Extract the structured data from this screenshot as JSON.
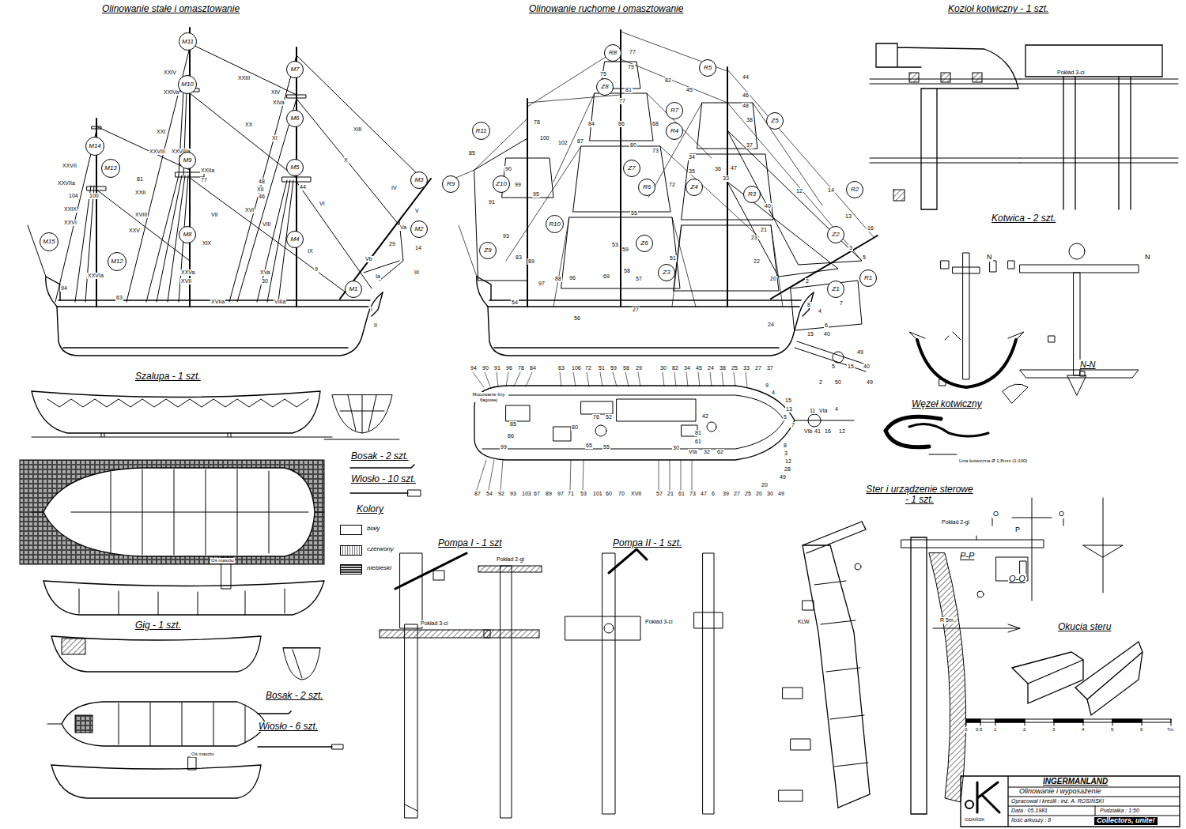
{
  "diagram": {
    "title": "INGERMANLAND",
    "nodes": [
      {
        "text": [
          "M11"
        ]
      },
      {
        "text": [
          "M10"
        ]
      },
      {
        "text": [
          "M9"
        ]
      },
      {
        "text": [
          "M8"
        ]
      },
      {
        "text": [
          "M7"
        ]
      },
      {
        "text": [
          "M6"
        ]
      },
      {
        "text": [
          "M5"
        ]
      },
      {
        "text": [
          "M4"
        ]
      },
      {
        "text": [
          "M3"
        ]
      },
      {
        "text": [
          "M2"
        ]
      },
      {
        "text": [
          "M1"
        ]
      },
      {
        "text": [
          "M14"
        ]
      },
      {
        "text": [
          "M13"
        ]
      },
      {
        "text": [
          "M12"
        ]
      },
      {
        "text": [
          "M15"
        ]
      },
      {
        "text": [
          "R8"
        ]
      },
      {
        "text": [
          "R5"
        ]
      },
      {
        "text": [
          "R7"
        ]
      },
      {
        "text": [
          "R4"
        ]
      },
      {
        "text": [
          "R6"
        ]
      },
      {
        "text": [
          "R11"
        ]
      },
      {
        "text": [
          "R9"
        ]
      },
      {
        "text": [
          "R10"
        ]
      },
      {
        "text": [
          "R3"
        ]
      },
      {
        "text": [
          "R2"
        ]
      },
      {
        "text": [
          "R1"
        ]
      },
      {
        "text": [
          "Z8"
        ]
      },
      {
        "text": [
          "Z7"
        ]
      },
      {
        "text": [
          "Z5"
        ]
      },
      {
        "text": [
          "Z4"
        ]
      },
      {
        "text": [
          "Z2"
        ]
      },
      {
        "text": [
          "Z1"
        ]
      },
      {
        "text": [
          "Z6"
        ]
      },
      {
        "text": [
          "Z9"
        ]
      },
      {
        "text": [
          "Z3"
        ]
      },
      {
        "text": [
          "Z10"
        ]
      }
    ],
    "labels": [
      "Olinowanie stałe i omasztowanie",
      "Olinowanie ruchome i omasztowanie",
      "Kozioł kotwiczny - 1 szt.",
      "Pokład 3-ci",
      "Kotwica - 2 szt.",
      "N",
      "N",
      "N-N",
      "Węzeł kotwiczny",
      "Lina kotwiczna Ø 1,8mm (1:100)",
      "Ster i urządzenie sterowe - 1 szt.",
      "Pokład 2-gi",
      "O",
      "O",
      "P",
      "O-O",
      "P-P",
      "KLW",
      "R 5m",
      "Okucia steru",
      "Szalupa - 1 szt.",
      "Bosak - 2 szt.",
      "Wiosło - 10 szt.",
      "Kolory",
      "Oś masztu",
      "Gig - 1 szt.",
      "Bosak - 2 szt.",
      "Wiosło - 6 szt.",
      "Oś masztu",
      "Pompa I - 1 szt",
      "Pompa II - 1 szt.",
      "Pokład 2-gi",
      "Pokład 3-ci",
      "Pokład 3-ci",
      "Mocowanie liny flagowej",
      "0",
      "0.5",
      "1",
      "2",
      "3",
      "4",
      "5",
      "6",
      "7m",
      "Olinowanie i wyposażenie",
      "Opracował i kreślił : inż. A. ROSIŃSKI",
      "Data : 05.1981",
      "Podziałka : 1:50",
      "Ilość arkuszy : 8",
      "GDAŃSK",
      "Collectors, unite!",
      "XXIV",
      "XXIVa",
      "XXIII",
      "XIV",
      "XIVa",
      "XX",
      "XIII",
      "XI",
      "XXI",
      "XXVIII",
      "XXVIIIa",
      "XXIIa",
      "81",
      "77",
      "XXII",
      "XVIII",
      "XXV",
      "VII",
      "XXVII",
      "XXVIIa",
      "104",
      "100",
      "XXIX",
      "XXVI",
      "94",
      "63",
      "XXVIa",
      "XXVa",
      "XVII",
      "XVIIa",
      "XVa",
      "30",
      "VIIIa",
      "XIX",
      "XVI",
      "XII",
      "VIII",
      "48",
      "46",
      "44",
      "IX",
      "VI",
      "X",
      "IV",
      "V",
      "Va",
      "29",
      "14",
      "Vb",
      "9",
      "Ia",
      "III",
      "I",
      "II",
      "77",
      "79",
      "75",
      "81",
      "82",
      "77",
      "84",
      "86",
      "80",
      "68",
      "78",
      "100",
      "102",
      "87",
      "85",
      "90",
      "99",
      "95",
      "91",
      "93",
      "83",
      "89",
      "97",
      "88",
      "96",
      "55",
      "53",
      "73",
      "72",
      "35",
      "36",
      "33",
      "34",
      "45",
      "44",
      "46",
      "48",
      "47",
      "40",
      "37",
      "38",
      "12",
      "14",
      "16",
      "13",
      "3",
      "5",
      "7",
      "8",
      "2",
      "6",
      "4",
      "24",
      "27",
      "56",
      "54",
      "57",
      "58",
      "59",
      "69",
      "51",
      "23",
      "21",
      "22",
      "20",
      "15",
      "40",
      "49",
      "5",
      "15",
      "40",
      "2",
      "50",
      "49",
      "4",
      "11",
      "VIa",
      "VIb",
      "41",
      "16",
      "12",
      "94",
      "90",
      "91",
      "96",
      "78",
      "84",
      "63",
      "106",
      "72",
      "51",
      "59",
      "58",
      "29",
      "30",
      "82",
      "34",
      "45",
      "24",
      "38",
      "25",
      "33",
      "27",
      "37",
      "87",
      "54",
      "92",
      "93",
      "103",
      "67",
      "89",
      "97",
      "71",
      "53",
      "101",
      "60",
      "70",
      "XVII",
      "57",
      "21",
      "61",
      "73",
      "47",
      "6",
      "39",
      "27",
      "25",
      "20",
      "30",
      "49",
      "85",
      "86",
      "99",
      "80",
      "76",
      "52",
      "65",
      "55",
      "30",
      "81",
      "42",
      "61",
      "VIa",
      "32",
      "62",
      "9",
      "4",
      "15",
      "13",
      "5",
      "7",
      "8",
      "3",
      "12",
      "28",
      "49",
      "20"
    ],
    "legend": [
      {
        "text": "biały",
        "color": "#ffffff"
      },
      {
        "text": "czerwony"
      },
      {
        "text": "niebieski"
      }
    ]
  }
}
